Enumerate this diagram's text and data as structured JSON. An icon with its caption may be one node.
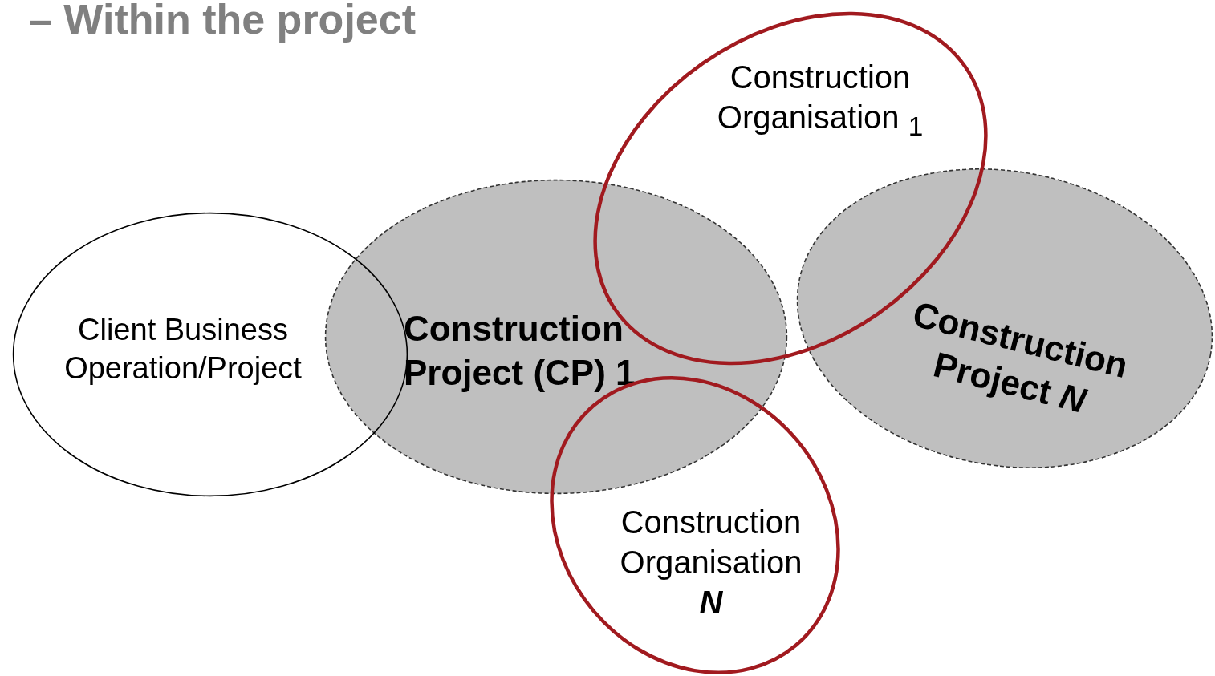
{
  "diagram": {
    "title": "– Within the project",
    "nodes": [
      {
        "text": [
          "Client Business Operation/Project"
        ]
      },
      {
        "text": [
          "Construction Project (CP) 1"
        ]
      },
      {
        "text": [
          "Construction Project *N*"
        ]
      },
      {
        "text": [
          "Construction Organisation $_{1}$"
        ]
      },
      {
        "text": [
          "Construction Organisation **N**"
        ]
      }
    ],
    "edges": []
  }
}
